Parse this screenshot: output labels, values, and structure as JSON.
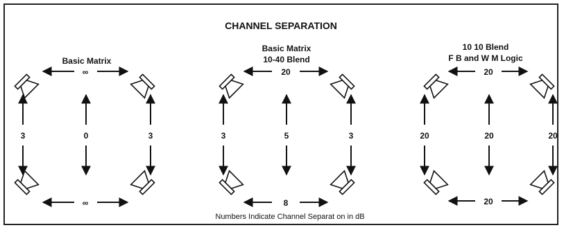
{
  "title": "CHANNEL SEPARATION",
  "footnote": "Numbers Indicate Channel Separat on in dB",
  "colors": {
    "ink": "#111111",
    "background": "#ffffff"
  },
  "diagrams": [
    {
      "heading_lines": [
        "Basic Matrix"
      ],
      "front": "∞",
      "rear": "∞",
      "left": "3",
      "center": "0",
      "right": "3"
    },
    {
      "heading_lines": [
        "Basic Matrix",
        "10-40 Blend"
      ],
      "front": "20",
      "rear": "8",
      "left": "3",
      "center": "5",
      "right": "3"
    },
    {
      "heading_lines": [
        "10 10 Blend",
        "F B and W M Logic"
      ],
      "front": "20",
      "rear": "20",
      "left": "20",
      "center": "20",
      "right": "20"
    }
  ]
}
